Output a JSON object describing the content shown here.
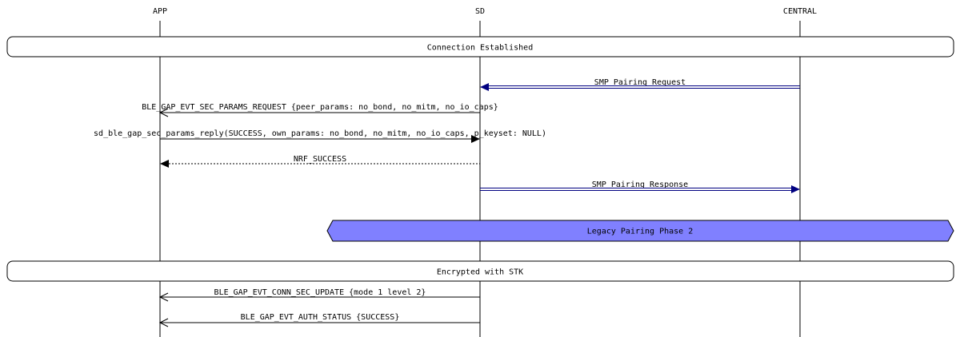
{
  "participants": [
    {
      "id": "app",
      "label": "APP"
    },
    {
      "id": "sd",
      "label": "SD"
    },
    {
      "id": "central",
      "label": "CENTRAL"
    }
  ],
  "boxes": [
    {
      "id": "connection-established",
      "label": "Connection Established"
    },
    {
      "id": "legacy-pairing-phase-2",
      "label": "Legacy Pairing Phase 2"
    },
    {
      "id": "encrypted-with-stk",
      "label": "Encrypted with STK"
    }
  ],
  "messages": [
    {
      "id": "smp-pairing-request",
      "label": "SMP Pairing Request",
      "from": "CENTRAL",
      "to": "SD",
      "style": "double"
    },
    {
      "id": "sec-params-request",
      "label": "BLE_GAP_EVT_SEC_PARAMS_REQUEST {peer_params: no_bond, no_mitm, no_io_caps}",
      "from": "SD",
      "to": "APP",
      "style": "open"
    },
    {
      "id": "sec-params-reply",
      "label": "sd_ble_gap_sec_params_reply(SUCCESS, own_params: no_bond, no_mitm, no_io_caps, p_keyset: NULL)",
      "from": "APP",
      "to": "SD",
      "style": "filled"
    },
    {
      "id": "nrf-success",
      "label": "NRF_SUCCESS",
      "from": "SD",
      "to": "APP",
      "style": "dashed"
    },
    {
      "id": "smp-pairing-response",
      "label": "SMP Pairing Response",
      "from": "SD",
      "to": "CENTRAL",
      "style": "double"
    },
    {
      "id": "conn-sec-update",
      "label": "BLE_GAP_EVT_CONN_SEC_UPDATE {mode 1 level 2}",
      "from": "SD",
      "to": "APP",
      "style": "open"
    },
    {
      "id": "auth-status",
      "label": "BLE_GAP_EVT_AUTH_STATUS {SUCCESS}",
      "from": "SD",
      "to": "APP",
      "style": "open"
    }
  ],
  "colors": {
    "line": "#000000",
    "smp_arrow": "#000080",
    "phase_fill": "#8080ff",
    "background": "#ffffff"
  }
}
